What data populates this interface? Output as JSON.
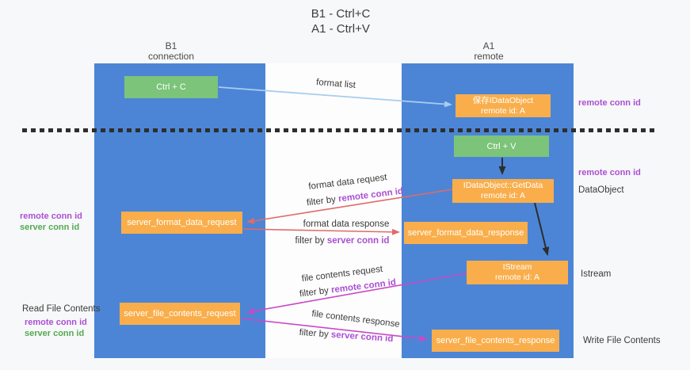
{
  "title": {
    "line1": "B1 - Ctrl+C",
    "line2": "A1 - Ctrl+V"
  },
  "lanes": {
    "left": {
      "name": "B1",
      "role": "connection"
    },
    "right": {
      "name": "A1",
      "role": "remote"
    }
  },
  "nodes": {
    "ctrl_c": "Ctrl + C",
    "ctrl_v": "Ctrl + V",
    "save_idataobject": {
      "title": "保存IDataObject",
      "subtitle": "remote id: A"
    },
    "idataobject_getdata": {
      "title": "IDataObject::GetData",
      "subtitle": "remote id: A"
    },
    "istream": {
      "title": "IStream",
      "subtitle": "remote id: A"
    },
    "server_format_data_request": "server_format_data_request",
    "server_format_data_response": "server_format_data_response",
    "server_file_contents_request": "server_file_contents_request",
    "server_file_contents_response": "server_file_contents_response"
  },
  "flows": {
    "format_list": "format list",
    "format_data_request": "format data request",
    "format_data_response": "format data response",
    "file_contents_request": "file contents request",
    "file_contents_response": "file contents response"
  },
  "terms": {
    "filter_by": "filter by",
    "remote_conn_id": "remote conn id",
    "server_conn_id": "server conn id"
  },
  "annotations": {
    "dataobject": "DataObject",
    "istream": "Istream",
    "read_file_contents": "Read File Contents",
    "write_file_contents": "Write File Contents"
  },
  "colors": {
    "lane_blue": "#4c85d6",
    "action_green": "#7bc47a",
    "message_orange": "#f9ae4b",
    "request_red": "#e06a6a",
    "contents_magenta": "#c74ac7",
    "format_list_blue": "#a7cdee",
    "id_purple": "#aa50d2",
    "id_green": "#55a952",
    "arrow_black": "#2d2d2d"
  }
}
